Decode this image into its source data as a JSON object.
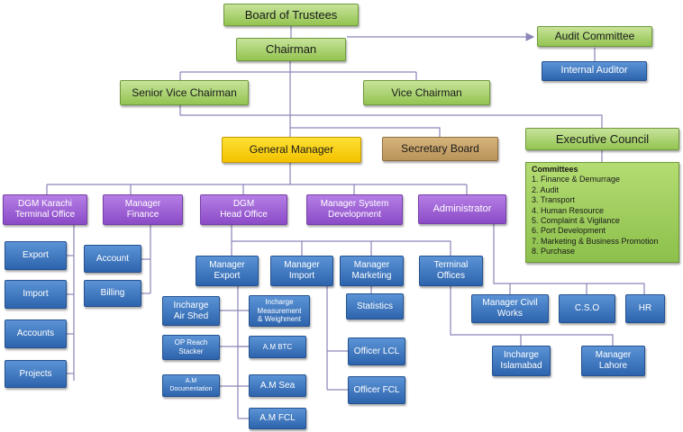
{
  "chart": {
    "board": "Board of Trustees",
    "chairman": "Chairman",
    "audit_committee": "Audit Committee",
    "internal_auditor": "Internal Auditor",
    "senior_vice_chairman": "Senior Vice Chairman",
    "vice_chairman": "Vice Chairman",
    "general_manager": "General Manager",
    "secretary_board": "Secretary Board",
    "executive_council": "Executive Council",
    "committees": {
      "title": "Committees",
      "items": [
        "1. Finance  & Demurrage",
        "2. Audit",
        "3. Transport",
        "4. Human Resource",
        "5. Complaint & Vigilance",
        "6. Port Development",
        "7. Marketing & Business Promotion",
        "8. Purchase"
      ]
    },
    "dgm_karachi": "DGM Karachi\nTerminal Office",
    "manager_finance": "Manager\nFinance",
    "dgm_head_office": "DGM\nHead Office",
    "manager_system_development": "Manager System\nDevelopment",
    "administrator": "Administrator",
    "export": "Export",
    "import": "Import",
    "accounts": "Accounts",
    "projects": "Projects",
    "account": "Account",
    "billing": "Billing",
    "manager_export": "Manager\nExport",
    "manager_import": "Manager\nImport",
    "manager_marketing": "Manager\nMarketing",
    "terminal_offices": "Terminal\nOffices",
    "incharge_air_shed": "Incharge\nAir Shed",
    "incharge_measurement": "Incharge\nMeasurement\n& Weighment",
    "op_reach_stacker": "OP Reach\nStacker",
    "am_btc": "A.M BTC",
    "am_documentation": "A.M\nDocumentation",
    "am_sea": "A.M Sea",
    "am_fcl": "A.M FCL",
    "statistics": "Statistics",
    "officer_lcl": "Officer LCL",
    "officer_fcl": "Officer FCL",
    "manager_civil_works": "Manager Civil\nWorks",
    "cso": "C.S.O",
    "hr": "HR",
    "incharge_islamabad": "Incharge\nIslamabad",
    "manager_lahore": "Manager\nLahore"
  }
}
